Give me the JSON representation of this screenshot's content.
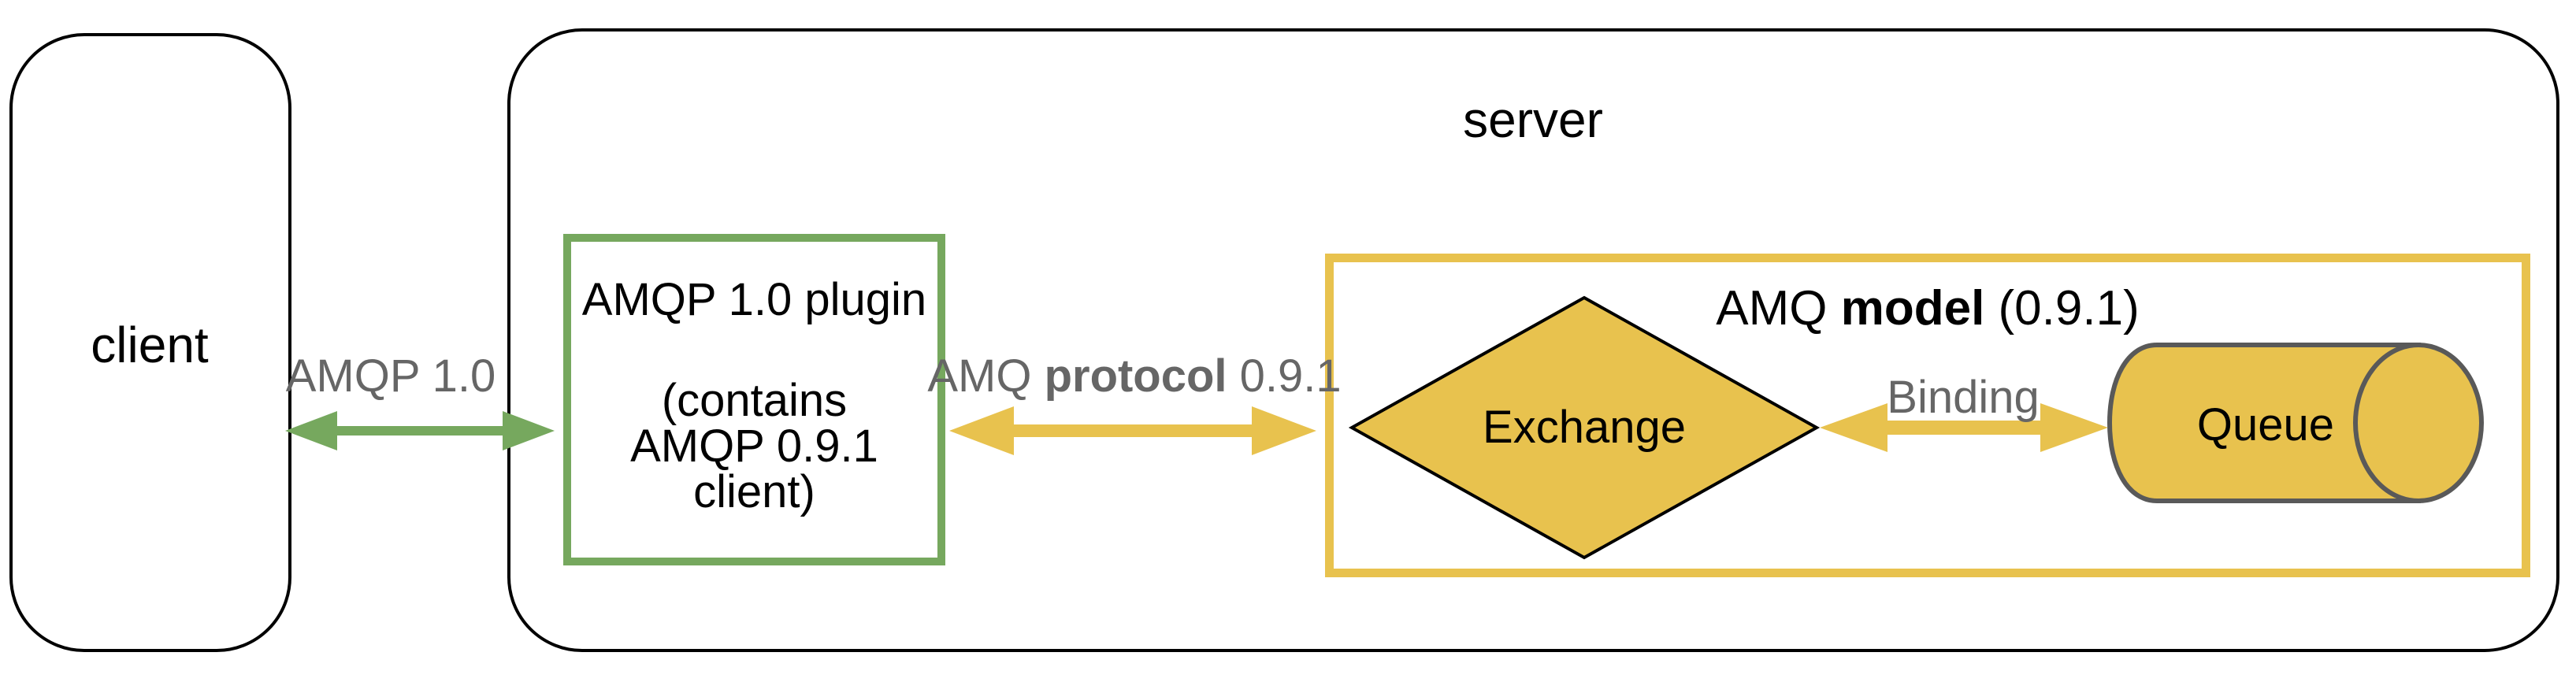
{
  "diagram": {
    "client": {
      "label": "client"
    },
    "server": {
      "label": "server"
    },
    "plugin": {
      "line1": "AMQP 1.0 plugin",
      "line2": "(contains",
      "line3": "AMQP 0.9.1",
      "line4": "client)"
    },
    "amqp10_link": {
      "label": "AMQP 1.0"
    },
    "protocol_link": {
      "pre": "AMQ ",
      "bold": "protocol",
      "post": " 0.9.1"
    },
    "model": {
      "pre": "AMQ ",
      "bold": "model",
      "post": " (0.9.1)"
    },
    "exchange": {
      "label": "Exchange"
    },
    "binding_link": {
      "label": "Binding"
    },
    "queue": {
      "label": "Queue"
    },
    "colors": {
      "green": "#76a85e",
      "yellow": "#e8c24e",
      "gray_text": "#666666",
      "outline_black": "#000000",
      "cylinder_stroke": "#595959"
    }
  }
}
